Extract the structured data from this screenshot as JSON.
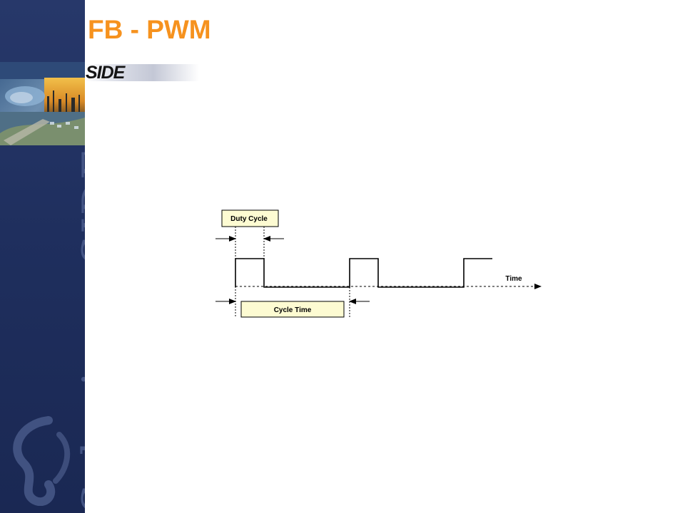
{
  "header": {
    "title": "FB - PWM",
    "logo_text": "SIDE"
  },
  "sidebar": {
    "vertical_text": "SolucionesSIDE"
  },
  "diagram": {
    "duty_cycle_label": "Duty Cycle",
    "cycle_time_label": "Cycle Time",
    "time_axis_label": "Time"
  },
  "colors": {
    "title": "#f6921e",
    "sidebar": "#1f2f5e",
    "label_box_fill": "#fdfbd2"
  }
}
